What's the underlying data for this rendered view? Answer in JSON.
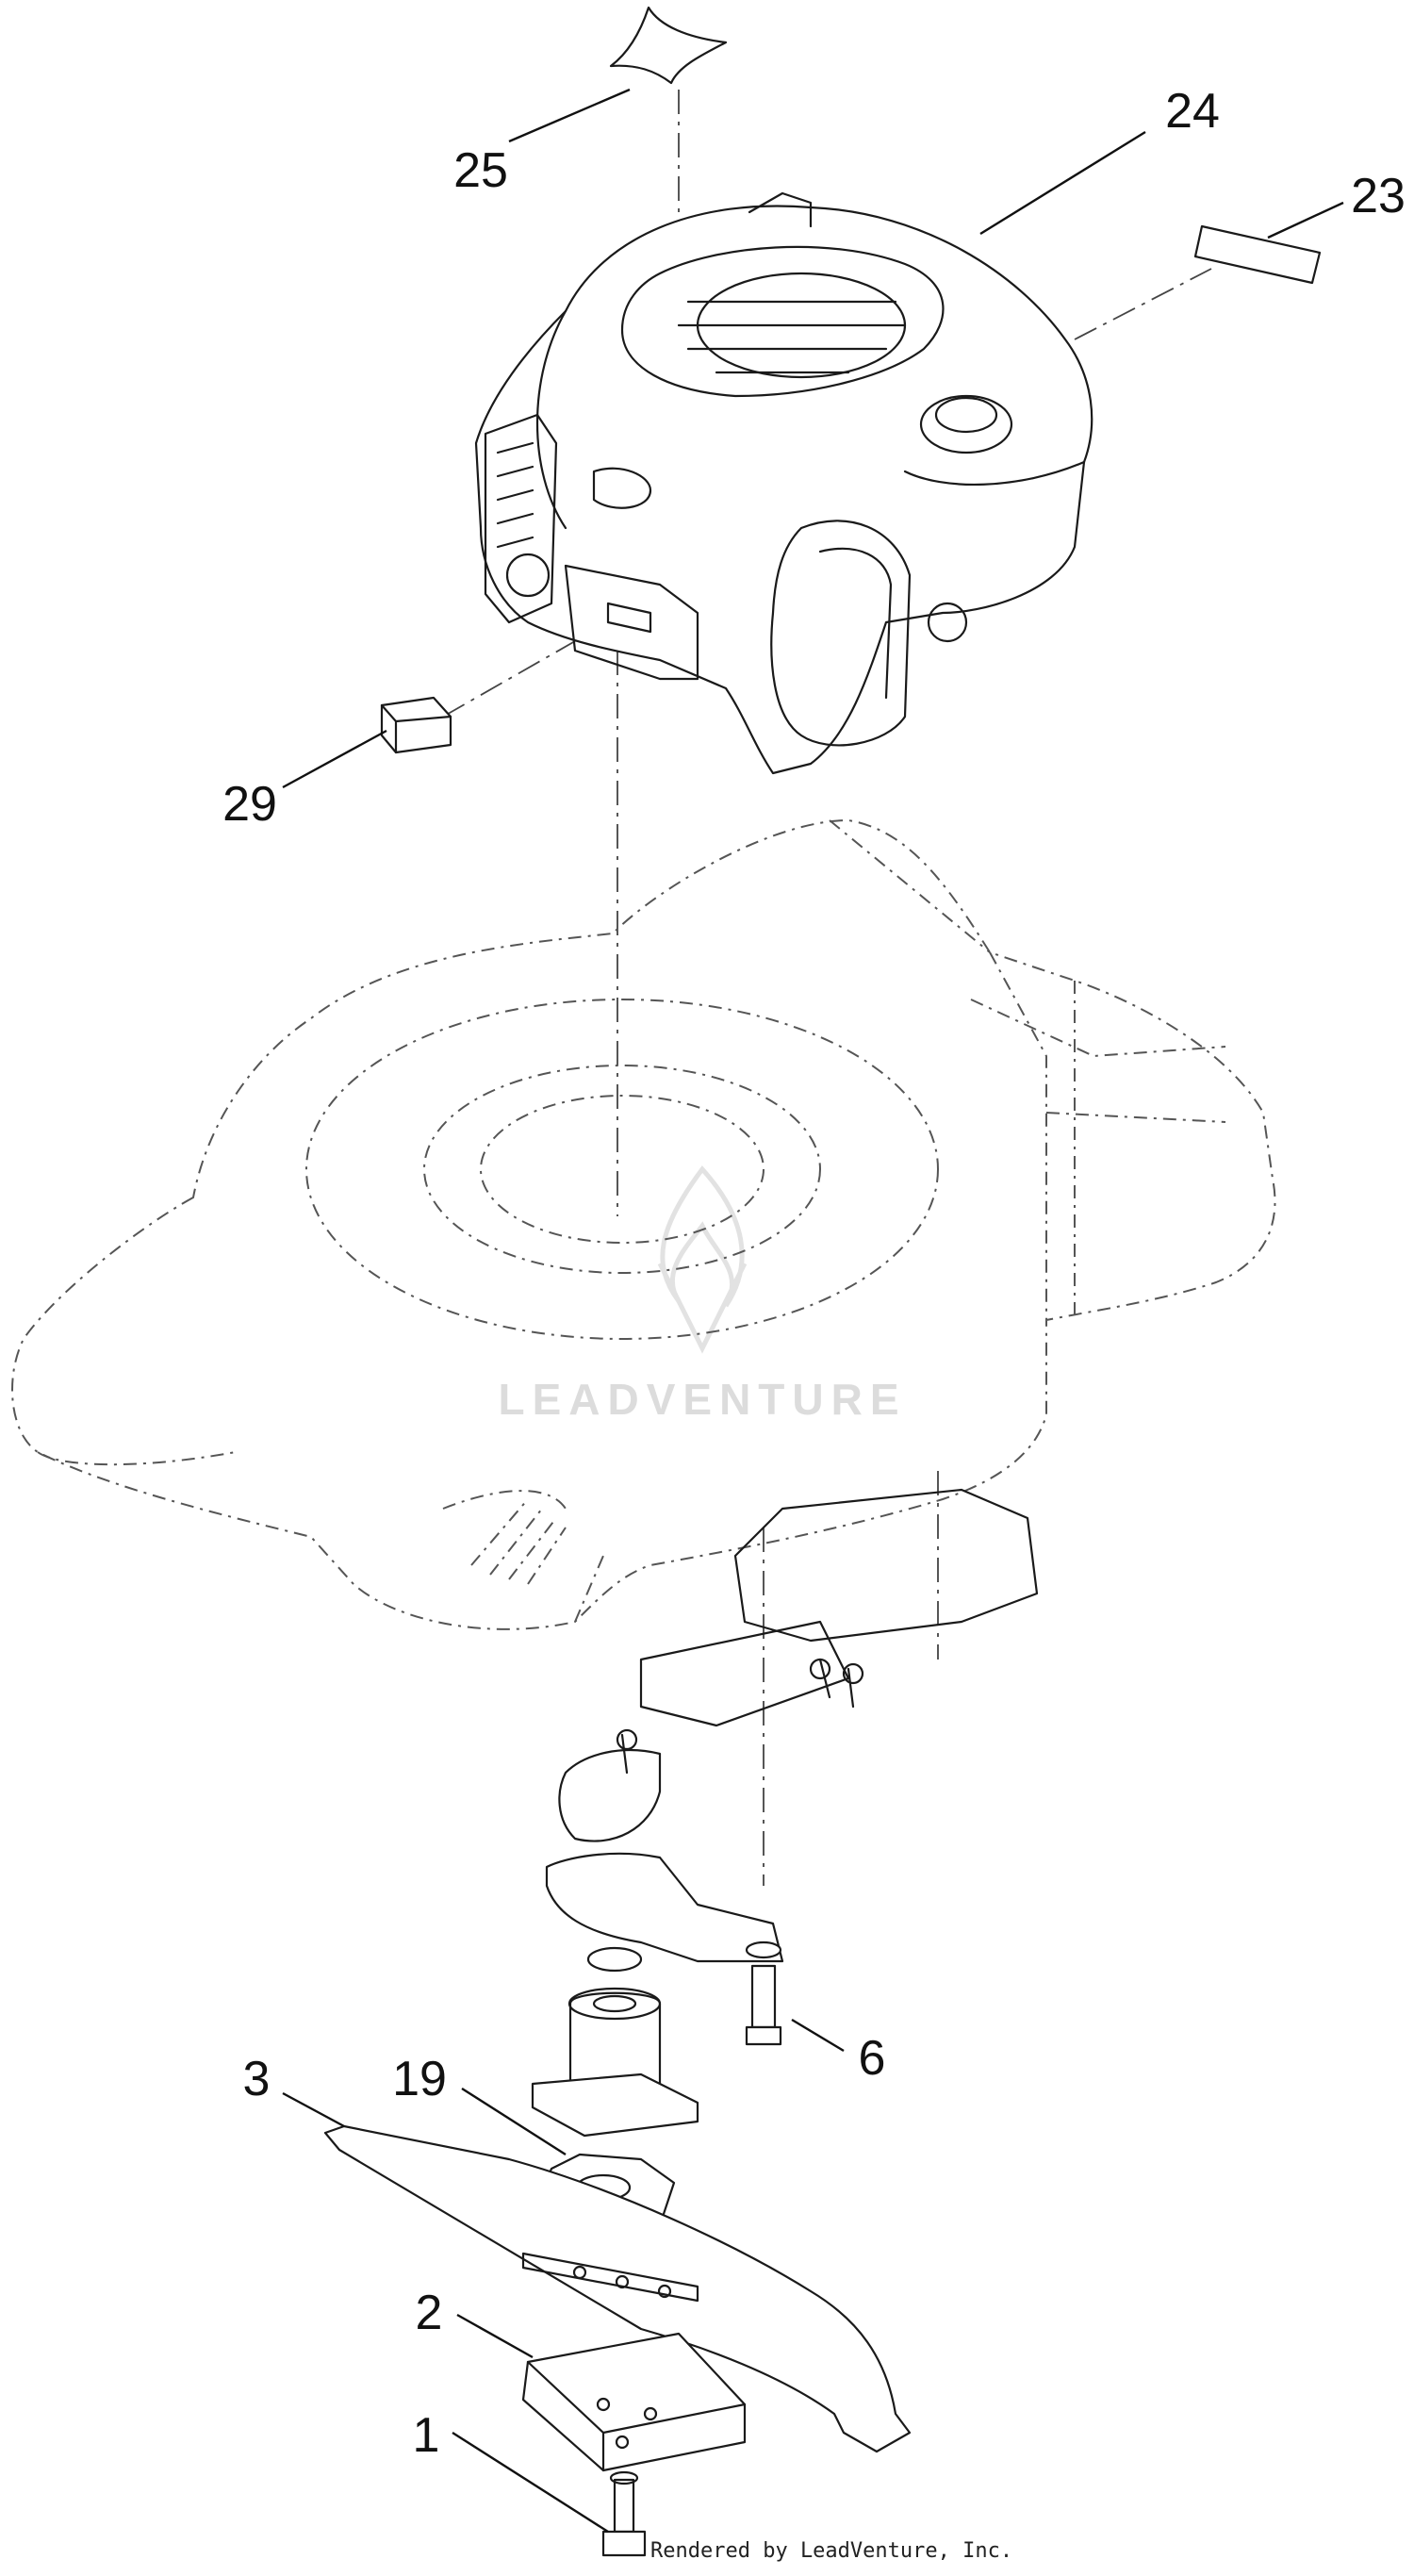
{
  "callouts": [
    {
      "number": "25",
      "part": "decal"
    },
    {
      "number": "24",
      "part": "engine"
    },
    {
      "number": "23",
      "part": "decal"
    },
    {
      "number": "29",
      "part": "spark-plug-boot"
    },
    {
      "number": "6",
      "part": "bolt"
    },
    {
      "number": "3",
      "part": "blade"
    },
    {
      "number": "19",
      "part": "blade-adapter"
    },
    {
      "number": "2",
      "part": "blade-stiffener"
    },
    {
      "number": "1",
      "part": "blade-bolt"
    }
  ],
  "watermark": {
    "text": "LEADVENTURE"
  },
  "credit": {
    "text": "Rendered by LeadVenture, Inc."
  }
}
